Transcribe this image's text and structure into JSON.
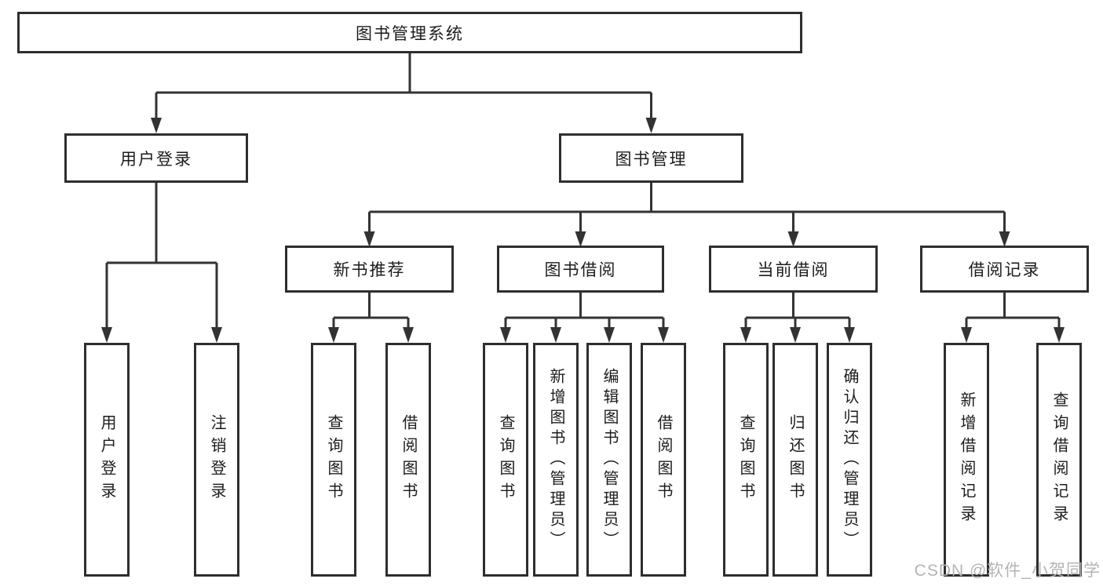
{
  "tree": {
    "root": "图书管理系统",
    "children": [
      {
        "label": "用户登录",
        "children": [
          "用户登录",
          "注销登录"
        ]
      },
      {
        "label": "图书管理",
        "children": [
          {
            "label": "新书推荐",
            "children": [
              "查询图书",
              "借阅图书"
            ]
          },
          {
            "label": "图书借阅",
            "children": [
              "查询图书",
              "新增图书（管理员）",
              "编辑图书（管理员）",
              "借阅图书"
            ]
          },
          {
            "label": "当前借阅",
            "children": [
              "查询图书",
              "归还图书",
              "确认归还（管理员）"
            ]
          },
          {
            "label": "借阅记录",
            "children": [
              "新增借阅记录",
              "查询借阅记录"
            ]
          }
        ]
      }
    ]
  },
  "watermark": {
    "text": "CSDN @软件_小贺同学"
  },
  "colors": {
    "line": "#333333",
    "box_border": "#2e2e2e",
    "box_fill": "#ffffff",
    "text": "#1c1c1c",
    "watermark": "#b4b4b4",
    "background": "#ffffff"
  }
}
